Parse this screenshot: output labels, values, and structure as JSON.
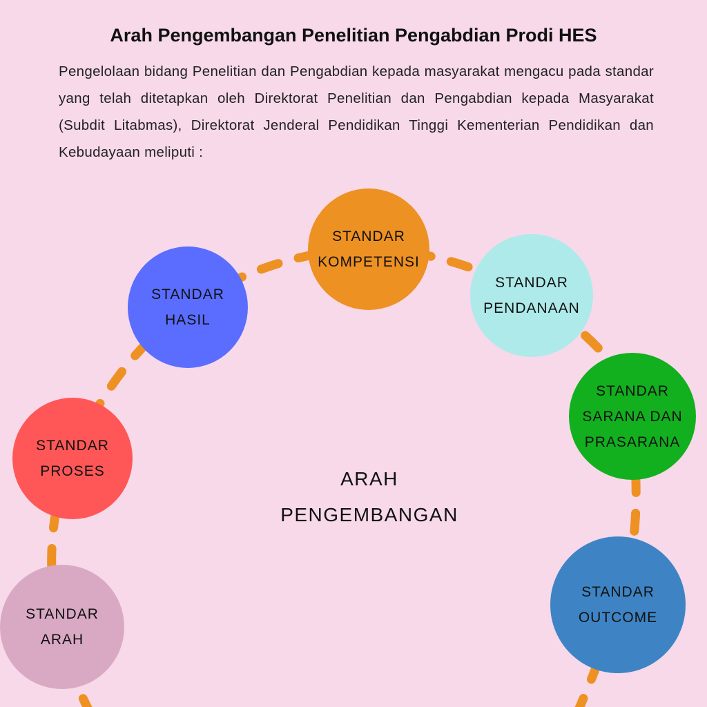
{
  "title": "Arah Pengembangan Penelitian Pengabdian Prodi HES",
  "paragraph": "Pengelolaan bidang Penelitian dan Pengabdian kepada masyarakat mengacu pada standar yang telah ditetapkan oleh Direktorat Penelitian dan Pengabdian kepada Masyarakat (Subdit Litabmas), Direktorat Jenderal Pendidikan Tinggi Kementerian Pendidikan dan Kebudayaan meliputi :",
  "center_label": [
    "ARAH",
    "PENGEMBANGAN"
  ],
  "colors": {
    "background": "#f7d9ea",
    "arc": "#ee9123"
  },
  "nodes": [
    {
      "id": "kompetensi",
      "lines": [
        "STANDAR",
        "KOMPETENSI"
      ],
      "color": "#ee9123"
    },
    {
      "id": "hasil",
      "lines": [
        "STANDAR",
        "HASIL"
      ],
      "color": "#5a6dff"
    },
    {
      "id": "pendanaan",
      "lines": [
        "STANDAR",
        "PENDANAAN"
      ],
      "color": "#aeeaea"
    },
    {
      "id": "sarana",
      "lines": [
        "STANDAR",
        "SARANA DAN",
        "PRASARANA"
      ],
      "color": "#12b01e"
    },
    {
      "id": "proses",
      "lines": [
        "STANDAR",
        "PROSES"
      ],
      "color": "#ff5757"
    },
    {
      "id": "outcome",
      "lines": [
        "STANDAR",
        "OUTCOME"
      ],
      "color": "#3e84c4"
    },
    {
      "id": "arah",
      "lines": [
        "STANDAR",
        "ARAH"
      ],
      "color": "#d9a9c4"
    }
  ]
}
